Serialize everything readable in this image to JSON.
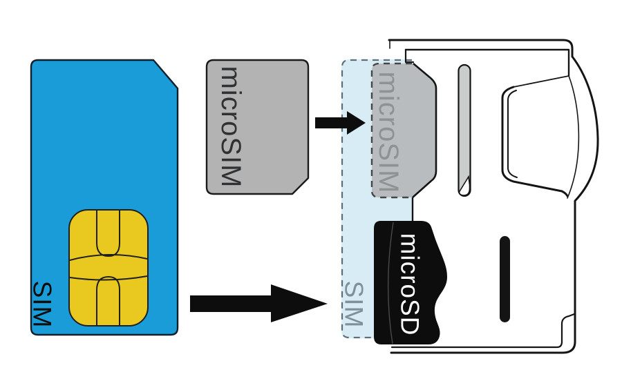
{
  "diagram": {
    "title": "SIM / microSIM / microSD device slot diagram",
    "labels": {
      "sim_card": "SIM",
      "microsim_card": "microSIM",
      "tray_microsim": "microSIM",
      "tray_sim": "SIM",
      "microsd_card": "microSD"
    },
    "colors": {
      "background": "#ffffff",
      "sim_card_blue": "#1a9cd8",
      "contact_gold": "#e9c91f",
      "microsim_gray": "#b3b3b3",
      "tray_microsim_gray": "#b9bcbe",
      "sim_outline_fill": "#d8ecf6",
      "microsd_black": "#0d0d0d",
      "arrow_black": "#0d0d0d",
      "slot_gray": "#cbcccc",
      "slot_bar_black": "#141414",
      "outline_black": "#141414",
      "sim_label": "#0d0d0d",
      "microsim_label": "#2f3133",
      "tray_microsim_label": "#8e9294",
      "tray_sim_label": "#7e909b",
      "microsd_label": "#ffffff"
    }
  }
}
